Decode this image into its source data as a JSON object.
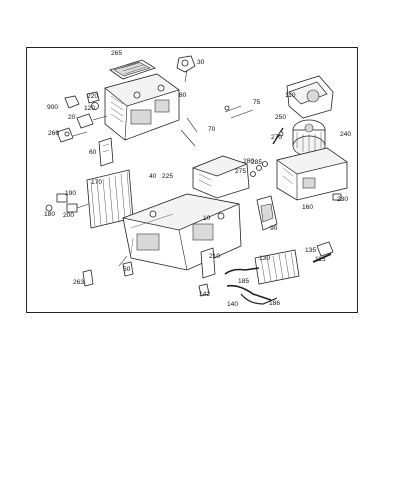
{
  "diagram": {
    "labels": [
      {
        "id": "l265",
        "text": "265"
      },
      {
        "id": "l30",
        "text": "30"
      },
      {
        "id": "l80",
        "text": "80"
      },
      {
        "id": "l220",
        "text": "220"
      },
      {
        "id": "l900",
        "text": "900"
      },
      {
        "id": "l120",
        "text": "120"
      },
      {
        "id": "l20",
        "text": "20"
      },
      {
        "id": "l260",
        "text": "260"
      },
      {
        "id": "l60",
        "text": "60"
      },
      {
        "id": "l75",
        "text": "75"
      },
      {
        "id": "l70",
        "text": "70"
      },
      {
        "id": "l110",
        "text": "110"
      },
      {
        "id": "l250",
        "text": "250"
      },
      {
        "id": "l240",
        "text": "240"
      },
      {
        "id": "l270",
        "text": "270"
      },
      {
        "id": "l280",
        "text": "280"
      },
      {
        "id": "l285",
        "text": "285"
      },
      {
        "id": "l275",
        "text": "275"
      },
      {
        "id": "l170",
        "text": "170"
      },
      {
        "id": "l40",
        "text": "40"
      },
      {
        "id": "l225",
        "text": "225"
      },
      {
        "id": "l190",
        "text": "190"
      },
      {
        "id": "l180",
        "text": "180"
      },
      {
        "id": "l200",
        "text": "200"
      },
      {
        "id": "l160",
        "text": "160"
      },
      {
        "id": "l230",
        "text": "230"
      },
      {
        "id": "l10",
        "text": "10"
      },
      {
        "id": "l90",
        "text": "90"
      },
      {
        "id": "l135",
        "text": "135"
      },
      {
        "id": "l115",
        "text": "115"
      },
      {
        "id": "l210",
        "text": "210"
      },
      {
        "id": "l130",
        "text": "130"
      },
      {
        "id": "l50",
        "text": "50"
      },
      {
        "id": "l263",
        "text": "263"
      },
      {
        "id": "l142",
        "text": "142"
      },
      {
        "id": "l185",
        "text": "185"
      },
      {
        "id": "l140",
        "text": "140"
      },
      {
        "id": "l186",
        "text": "186"
      }
    ]
  }
}
